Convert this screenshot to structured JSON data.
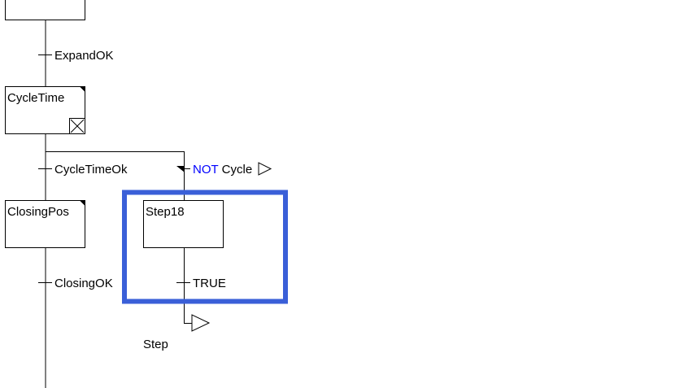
{
  "steps": {
    "top": {
      "label": ""
    },
    "cycle_time": {
      "label": "CycleTime"
    },
    "closing_pos": {
      "label": "ClosingPos"
    },
    "step18": {
      "label": "Step18"
    }
  },
  "transitions": {
    "expand_ok": {
      "label": "ExpandOK"
    },
    "cycle_time_ok": {
      "label": "CycleTimeOk"
    },
    "not_cycle": {
      "keyword": "NOT",
      "label": "Cycle"
    },
    "closing_ok": {
      "label": "ClosingOK"
    },
    "true_condition": {
      "label": "TRUE"
    }
  },
  "jump": {
    "label": "Step"
  },
  "colors": {
    "line": "#000000",
    "keyword": "#0000ff",
    "literal": "#e000e0",
    "selection": "#3a5fd8"
  }
}
